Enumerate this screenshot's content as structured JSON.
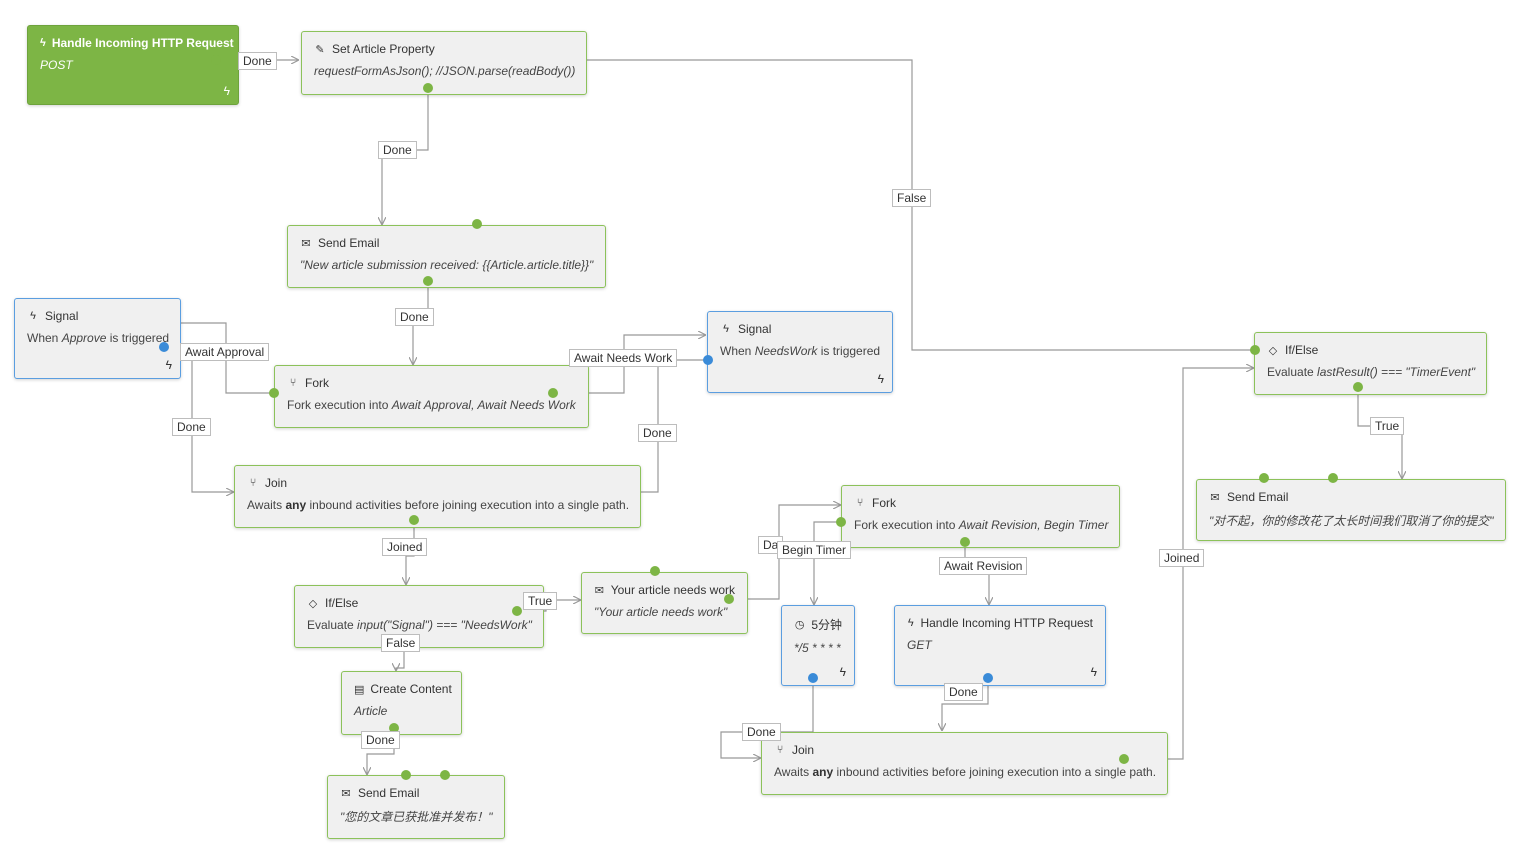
{
  "nodes": {
    "http_post": {
      "title": "Handle Incoming HTTP Request",
      "desc": "POST"
    },
    "set_prop": {
      "title": "Set Article Property",
      "desc": "requestFormAsJson(); //JSON.parse(readBody())"
    },
    "send_email_1": {
      "title": "Send Email",
      "desc": "\"New article submission received: {{Article.article.title}}\""
    },
    "signal_approve": {
      "title": "Signal",
      "desc_pre": "When ",
      "desc_it": "Approve",
      "desc_post": " is triggered"
    },
    "fork_1": {
      "title": "Fork",
      "desc_pre": "Fork execution into ",
      "desc_it": "Await Approval, Await Needs Work"
    },
    "signal_needswork": {
      "title": "Signal",
      "desc_pre": "When ",
      "desc_it": "NeedsWork",
      "desc_post": " is triggered"
    },
    "join_1": {
      "title": "Join",
      "desc_pre": "Awaits ",
      "desc_b": "any",
      "desc_post": " inbound activities before joining execution into a single path."
    },
    "ifelse_1": {
      "title": "If/Else",
      "desc_pre": "Evaluate ",
      "desc_it": "input(\"Signal\") === \"NeedsWork\""
    },
    "create_content": {
      "title": "Create Content",
      "desc": "Article"
    },
    "send_email_2": {
      "title": "Send Email",
      "desc": "\"您的文章已获批准并发布！\""
    },
    "needs_work": {
      "title": "Your article needs work",
      "desc": "\"Your article needs work\""
    },
    "fork_2": {
      "title": "Fork",
      "desc_pre": "Fork execution into ",
      "desc_it": "Await Revision, Begin Timer"
    },
    "timer": {
      "title": "5分钟",
      "desc": "*/5 * * * *"
    },
    "http_get": {
      "title": "Handle Incoming HTTP Request",
      "desc": "GET"
    },
    "join_2": {
      "title": "Join",
      "desc_pre": "Awaits ",
      "desc_b": "any",
      "desc_post": " inbound activities before joining execution into a single path."
    },
    "ifelse_2": {
      "title": "If/Else",
      "desc_pre": "Evaluate ",
      "desc_it": "lastResult() === \"TimerEvent\""
    },
    "send_email_3": {
      "title": "Send Email",
      "desc": "\"对不起，你的修改花了太长时间我们取消了你的提交\""
    }
  },
  "labels": {
    "done_1": "Done",
    "done_2": "Done",
    "done_3": "Done",
    "false_1": "False",
    "await_approval": "Await Approval",
    "await_needs_work": "Await Needs Work",
    "done_4": "Done",
    "done_5": "Done",
    "joined_1": "Joined",
    "true_1": "True",
    "false_2": "False",
    "done_6": "Done",
    "done_7": "Da",
    "begin_timer": "Begin Timer",
    "await_revision": "Await Revision",
    "done_8": "Done",
    "done_9": "Done",
    "joined_2": "Joined",
    "true_2": "True"
  },
  "icons": {
    "bolt": "lightning-icon",
    "pencil": "pencil-icon",
    "envelope": "envelope-icon",
    "fork": "fork-icon",
    "diamond": "diamond-icon",
    "document": "document-icon",
    "clock": "clock-icon"
  },
  "colors": {
    "node_border_green": "#8cc25a",
    "node_border_blue": "#5b9ee0",
    "start_fill": "#7db545",
    "dot_green": "#7db545",
    "dot_blue": "#3a8bd8",
    "edge": "#999999"
  }
}
